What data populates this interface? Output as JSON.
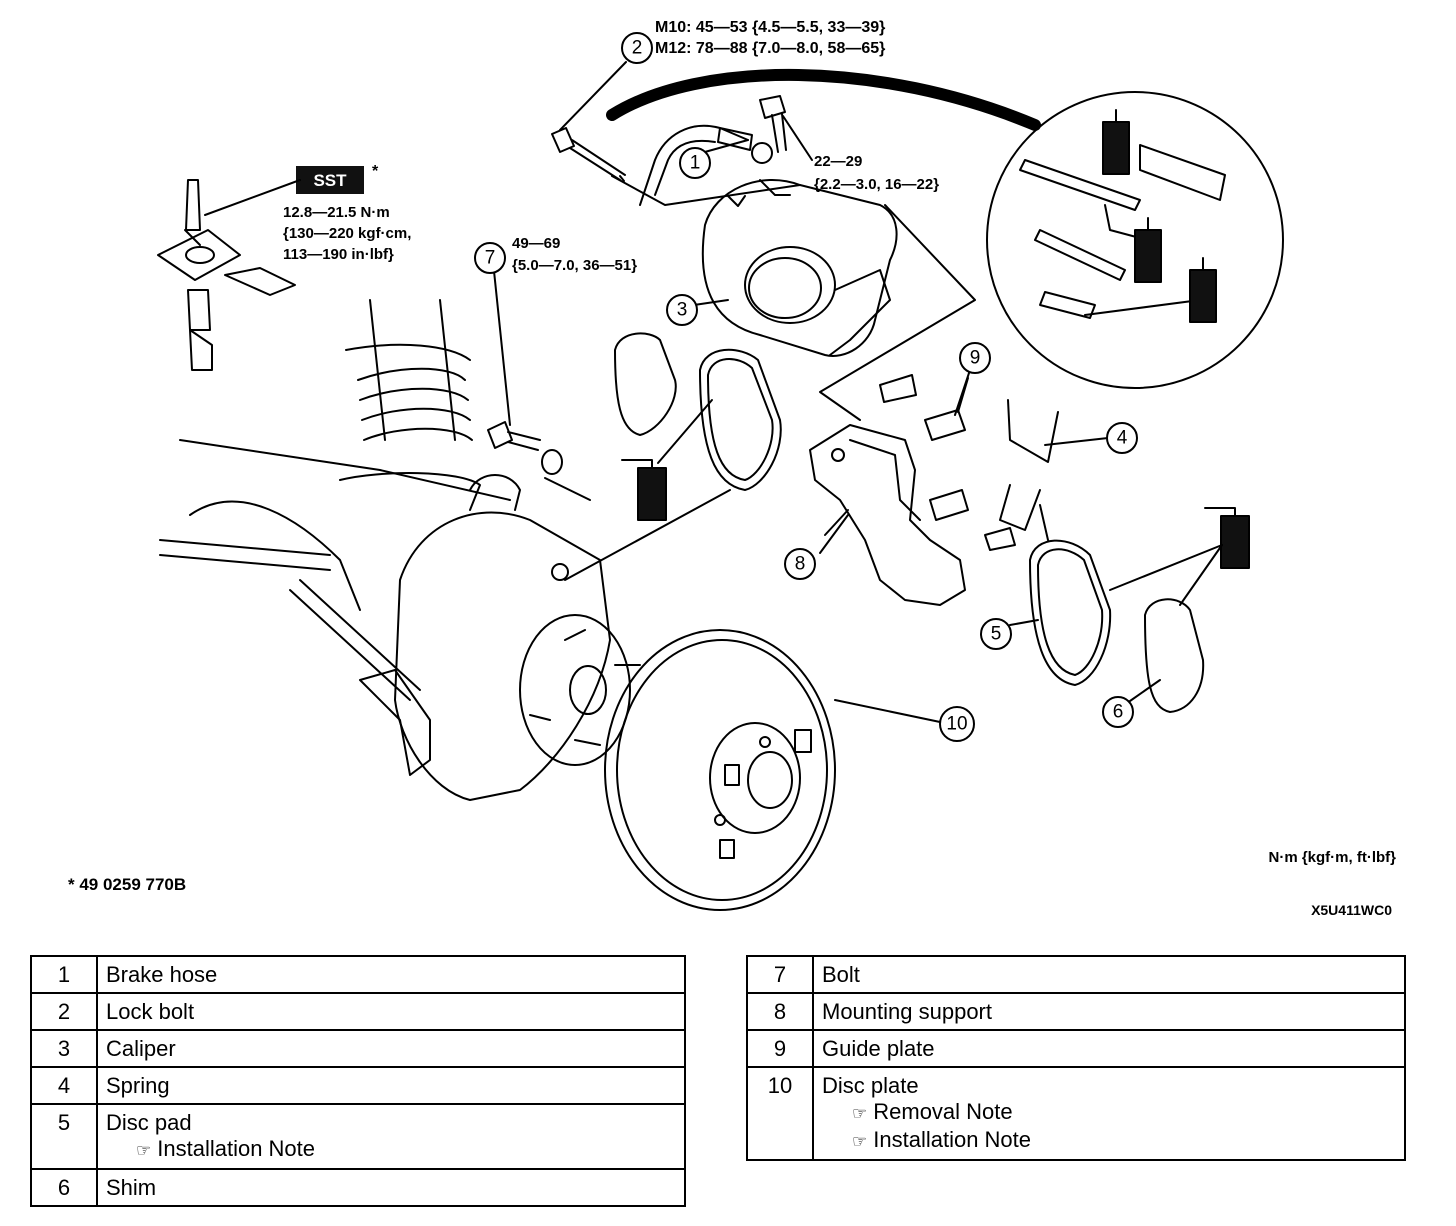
{
  "torque": {
    "lock_bolt_m10": "M10: 45—53 {4.5—5.5, 33—39}",
    "lock_bolt_m12": "M12: 78—88 {7.0—8.0, 58—65}",
    "sst_label": "SST",
    "sst_asterisk": "*",
    "bleeder_line1": "12.8—21.5 N·m",
    "bleeder_line2": "{130—220 kgf·cm,",
    "bleeder_line3": "113—190 in·lbf}",
    "bolt7_line1": "49—69",
    "bolt7_line2": "{5.0—7.0, 36—51}",
    "hose_bolt_line1": "22—29",
    "hose_bolt_line2": "{2.2—3.0, 16—22}"
  },
  "callouts": [
    "1",
    "2",
    "3",
    "4",
    "5",
    "6",
    "7",
    "8",
    "9",
    "10"
  ],
  "footer": {
    "sst_number": "* 49 0259 770B",
    "units": "N·m {kgf·m, ft·lbf}",
    "figure_code": "X5U411WC0"
  },
  "parts_left": [
    {
      "num": "1",
      "name": "Brake hose"
    },
    {
      "num": "2",
      "name": "Lock bolt"
    },
    {
      "num": "3",
      "name": "Caliper"
    },
    {
      "num": "4",
      "name": "Spring"
    },
    {
      "num": "5",
      "name": "Disc pad",
      "notes": [
        "Installation Note"
      ]
    },
    {
      "num": "6",
      "name": "Shim"
    }
  ],
  "parts_right": [
    {
      "num": "7",
      "name": "Bolt"
    },
    {
      "num": "8",
      "name": "Mounting support"
    },
    {
      "num": "9",
      "name": "Guide plate"
    },
    {
      "num": "10",
      "name": "Disc plate",
      "notes": [
        "Removal Note",
        "Installation Note"
      ]
    }
  ]
}
